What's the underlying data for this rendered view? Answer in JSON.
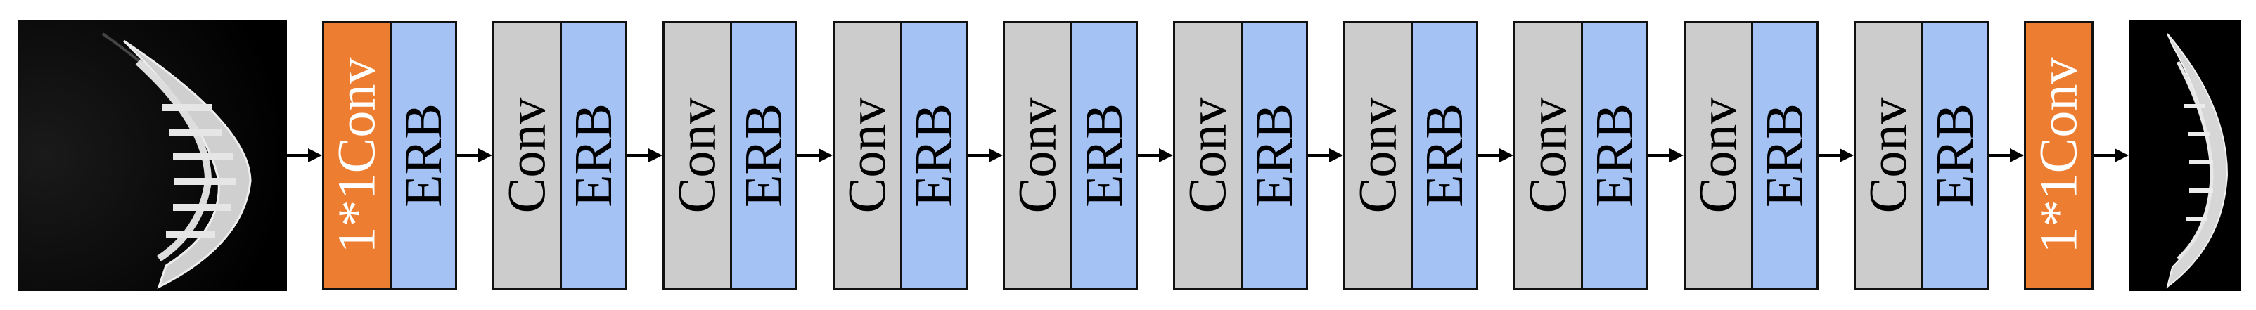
{
  "diagram": {
    "input_image": "input-ct-slice",
    "output_image": "output-ct-slice",
    "head_block": {
      "label": "1*1Conv",
      "color": "#ed7d31"
    },
    "tail_block": {
      "label": "1*1Conv",
      "color": "#ed7d31"
    },
    "pairs": [
      {
        "conv": "Conv",
        "erb": "ERB"
      },
      {
        "conv": "Conv",
        "erb": "ERB"
      },
      {
        "conv": "Conv",
        "erb": "ERB"
      },
      {
        "conv": "Conv",
        "erb": "ERB"
      },
      {
        "conv": "Conv",
        "erb": "ERB"
      },
      {
        "conv": "Conv",
        "erb": "ERB"
      },
      {
        "conv": "Conv",
        "erb": "ERB"
      },
      {
        "conv": "Conv",
        "erb": "ERB"
      },
      {
        "conv": "Conv",
        "erb": "ERB"
      }
    ],
    "head_erb": "ERB",
    "colors": {
      "conv": "#cccccc",
      "erb": "#a4c2f4",
      "one_by_one": "#ed7d31",
      "arrow": "#000000",
      "border": "#111111"
    }
  }
}
